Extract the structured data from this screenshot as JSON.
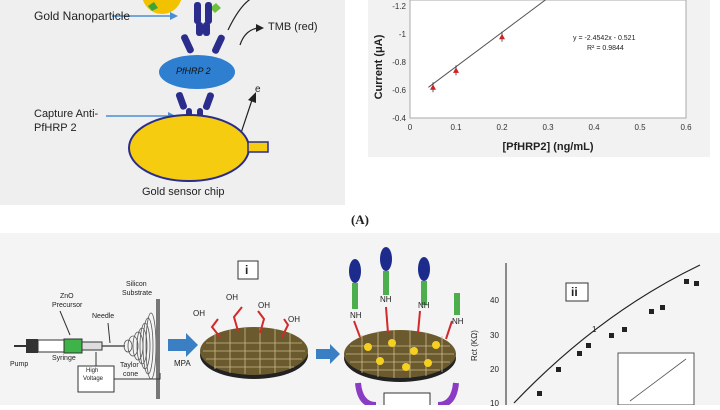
{
  "panel_a": {
    "labels": {
      "gold_nanoparticle": "Gold Nanoparticle",
      "tmb_red": "TMB (red)",
      "pfhrp2_ellipse": "PfHRP 2",
      "electron": "e",
      "capture_line1": "Capture Anti-",
      "capture_line2": "PfHRP 2",
      "sensor_chip": "Gold sensor chip"
    }
  },
  "chart_data": {
    "type": "scatter",
    "title": "",
    "xlabel": "[PfHRP2] (ng/mL)",
    "ylabel": "Current (μA)",
    "x_ticks": [
      "0",
      "0.1",
      "0.2",
      "0.3",
      "0.4",
      "0.5",
      "0.6"
    ],
    "y_ticks": [
      "-1.2",
      "-1",
      "-0.8",
      "-0.6",
      "-0.4"
    ],
    "xlim": [
      0,
      0.6
    ],
    "ylim": [
      -0.4,
      -1.3
    ],
    "series": [
      {
        "values": [
          {
            "x": 0.05,
            "y": -0.62
          },
          {
            "x": 0.1,
            "y": -0.74
          },
          {
            "x": 0.2,
            "y": -0.98
          }
        ]
      }
    ],
    "trendline": {
      "x": [
        0.04,
        0.3
      ]
    },
    "equation": "y = -2.4542x - 0.521",
    "r_squared": "R² = 0.9844",
    "point_color": "#cc2222"
  },
  "caption": "(A)",
  "panel_b": {
    "electrospinning": {
      "pump": "Pump",
      "zno_line1": "ZnO",
      "zno_line2": "Precursor",
      "syringe": "Syringe",
      "needle": "Needle",
      "silicon_line1": "Silicon",
      "silicon_line2": "Substrate",
      "taylor_line1": "Taylor",
      "taylor_line2": "cone",
      "high_voltage_line1": "High",
      "high_voltage_line2": "Voltage"
    },
    "mpa": "MPA",
    "step_i": "i",
    "oh": "OH",
    "nh": "NH",
    "step_ii": "ii",
    "plot_ylabel": "Rct (KΩ)",
    "plot_y_ticks": [
      "40",
      "30",
      "20",
      "10"
    ],
    "plot_point_label": "1"
  }
}
